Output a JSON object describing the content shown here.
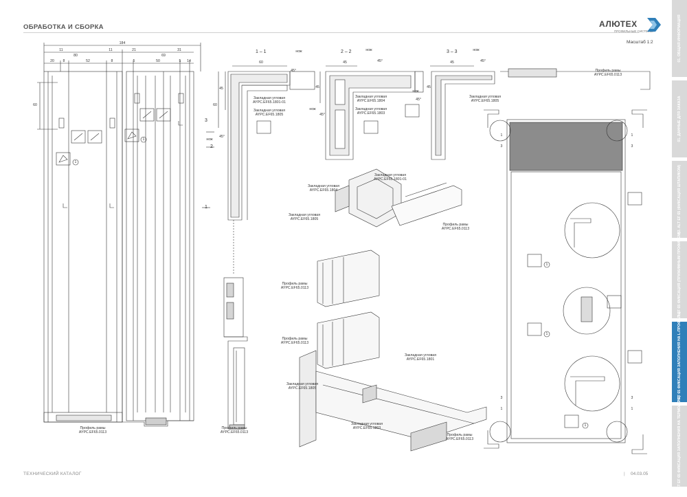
{
  "header": {
    "title": "ОБРАБОТКА И СБОРКА",
    "logo": "АЛЮТЕХ",
    "logo_sub": "ПРОФИЛЬНЫЕ СИСТЕМЫ",
    "scale": "Масштаб 1:2"
  },
  "tabs": [
    {
      "label": "01. ОБЩАЯ ИНФОРМАЦИЯ",
      "active": false
    },
    {
      "label": "01. ДАННЫЕ ДЛЯ ЗАКАЗА",
      "active": false
    },
    {
      "label": "02. ALT EF 65 (ФИКСАЦИЯ ШТАПИКОМ)",
      "active": false
    },
    {
      "label": "03. ALT EF 65 ФИКСАЦИЯ (ПРИЖИМНЫМ ПРОФИЛЕМ)",
      "active": false
    },
    {
      "label": "04. ALT EF 65 ФИКСАЦИЯ ЗАПОЛНЕНИЯ НА L-ПРОФИЛЬ)",
      "active": true
    },
    {
      "label": "05. ALT EF 65 ФИКСАЦИЯ ЗАПОЛНЕНИЯ НА ТЕРМОЛЕНТ)",
      "active": false
    }
  ],
  "dimensions": {
    "overall": "184",
    "segments_top": [
      "11",
      "11",
      "21",
      "31"
    ],
    "left_group": [
      "20",
      "8",
      "80",
      "52",
      "8"
    ],
    "right_group": [
      "5",
      "69",
      "50",
      "5",
      "14"
    ],
    "height": "60",
    "sec1_width": "60",
    "sec1_height": "60",
    "sec1_side": "45",
    "sec2_width": "45",
    "sec2_side": "45",
    "sec3_width": "45",
    "sec3_side": "45"
  },
  "sections": {
    "s1": "1 – 1",
    "s2": "2 – 2",
    "s3": "3 – 3",
    "mark1": "1",
    "mark2": "2",
    "mark3": "3"
  },
  "labels": {
    "frame_profile": [
      "Профиль рамы",
      "AYPC.EF65.0113"
    ],
    "corner_1801": [
      "Закладная угловая",
      "AYPC.EF65.1801-01"
    ],
    "corner_1805": [
      "Закладная угловая",
      "AYPC.EF65.1805"
    ],
    "corner_1804": [
      "Закладная угловая",
      "AYPC.EF65.1804"
    ],
    "corner_1803": [
      "Закладная угловая",
      "AYPC.EF65.1803"
    ],
    "corner_1801b": [
      "Закладная угловая",
      "AYPC.EF65.1801"
    ]
  },
  "angle": "45°",
  "tool": "нож",
  "circle_1": "1",
  "circle_3": "3",
  "footer": {
    "left": "ТЕХНИЧЕСКИЙ КАТАЛОГ",
    "sep": "|",
    "right": "04.03.05"
  },
  "colors": {
    "accent": "#2f7fb9",
    "tab_inactive": "#d9d9d9",
    "glass": "#8c8c8c"
  }
}
